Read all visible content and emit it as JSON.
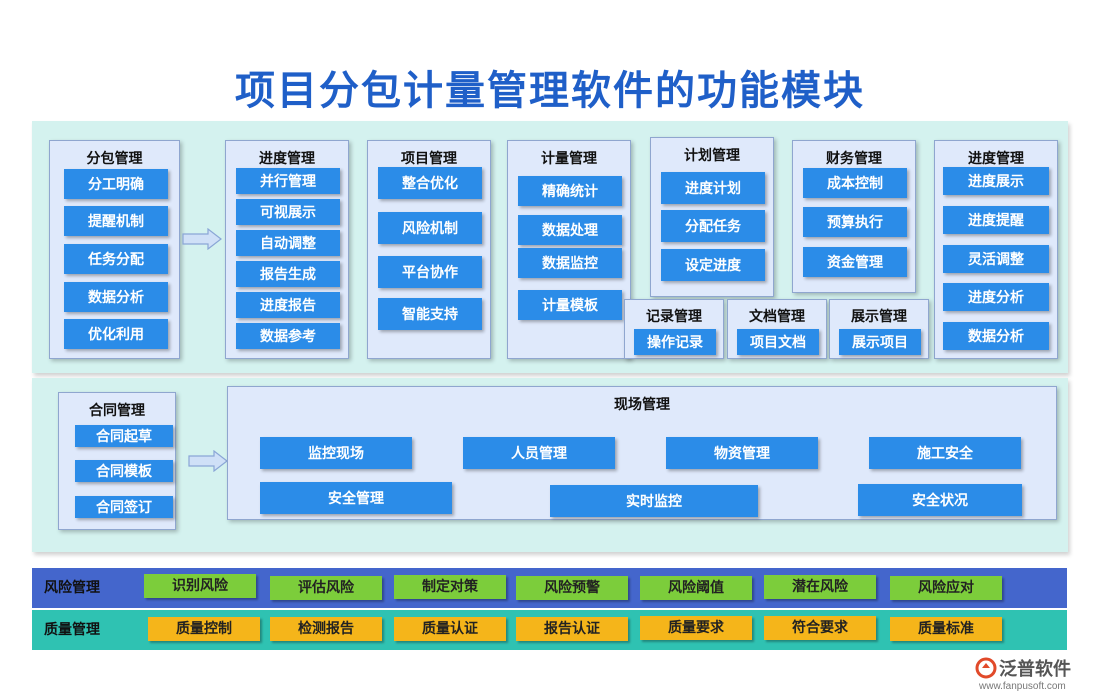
{
  "title": "项目分包计量管理软件的功能模块",
  "colors": {
    "title": "#1f5fc8",
    "button": "#2b8ce8",
    "panel": "#d4f2ef",
    "module": "#dfe9fb",
    "risk_strip": "#4466cc",
    "risk_chip": "#7ccd3b",
    "quality_strip": "#2fc2b2",
    "quality_chip": "#f5b51a"
  },
  "modules": {
    "subcontract": {
      "title": "分包管理",
      "items": [
        "分工明确",
        "提醒机制",
        "任务分配",
        "数据分析",
        "优化利用"
      ]
    },
    "progress_a": {
      "title": "进度管理",
      "items": [
        "并行管理",
        "可视展示",
        "自动调整",
        "报告生成",
        "进度报告",
        "数据参考"
      ]
    },
    "project": {
      "title": "项目管理",
      "items": [
        "整合优化",
        "风险机制",
        "平台协作",
        "智能支持"
      ]
    },
    "measure": {
      "title": "计量管理",
      "items": [
        "精确统计",
        "数据处理",
        "数据监控",
        "计量模板"
      ]
    },
    "plan": {
      "title": "计划管理",
      "items": [
        "进度计划",
        "分配任务",
        "设定进度"
      ]
    },
    "finance": {
      "title": "财务管理",
      "items": [
        "成本控制",
        "预算执行",
        "资金管理"
      ]
    },
    "progress_b": {
      "title": "进度管理",
      "items": [
        "进度展示",
        "进度提醒",
        "灵活调整",
        "进度分析",
        "数据分析"
      ]
    },
    "record": {
      "title": "记录管理",
      "items": [
        "操作记录"
      ]
    },
    "document": {
      "title": "文档管理",
      "items": [
        "项目文档"
      ]
    },
    "display": {
      "title": "展示管理",
      "items": [
        "展示项目"
      ]
    },
    "contract": {
      "title": "合同管理",
      "items": [
        "合同起草",
        "合同模板",
        "合同签订"
      ]
    },
    "site": {
      "title": "现场管理",
      "items": [
        "监控现场",
        "人员管理",
        "物资管理",
        "施工安全",
        "安全管理",
        "实时监控",
        "安全状况"
      ]
    }
  },
  "risk": {
    "label": "风险管理",
    "items": [
      "识别风险",
      "评估风险",
      "制定对策",
      "风险预警",
      "风险阈值",
      "潜在风险",
      "风险应对"
    ]
  },
  "quality": {
    "label": "质量管理",
    "items": [
      "质量控制",
      "检测报告",
      "质量认证",
      "报告认证",
      "质量要求",
      "符合要求",
      "质量标准"
    ]
  },
  "brand": {
    "name": "泛普软件",
    "url": "www.fanpusoft.com"
  }
}
